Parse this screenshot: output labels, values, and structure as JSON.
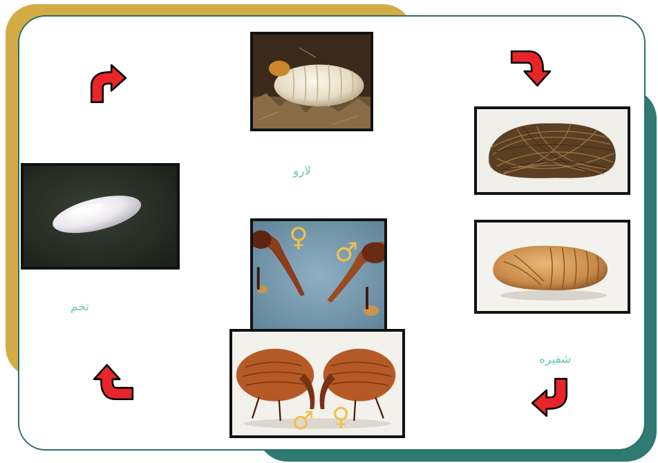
{
  "stages": {
    "egg_label": "تخم",
    "larva_label": "لارو",
    "pupa_label": "شفیره"
  },
  "icons": {
    "arrow": "curved-arrow-icon"
  },
  "colors": {
    "gold_panel": "#d4ac45",
    "teal_panel": "#2f7a73",
    "label_text": "#6cc7b5",
    "arrow_fill": "#e8262a",
    "arrow_outline": "#000000"
  },
  "symbols": {
    "female": "♀",
    "male": "♂"
  }
}
